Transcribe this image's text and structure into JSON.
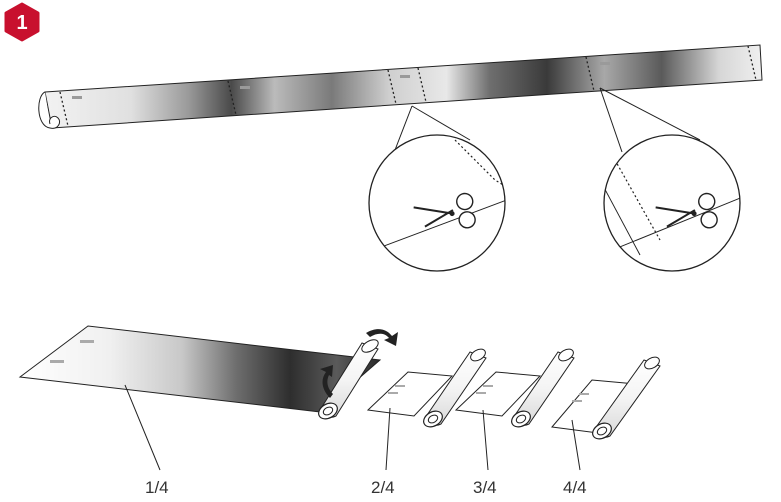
{
  "step": {
    "number": "1",
    "badge_color": "#c8102e"
  },
  "pieces": [
    {
      "label": "1/4"
    },
    {
      "label": "2/4"
    },
    {
      "label": "3/4"
    },
    {
      "label": "4/4"
    }
  ],
  "icons": [
    "scissors-icon",
    "rotate-arrow-icon"
  ],
  "colors": {
    "line": "#222222",
    "ink_dark": "#1a1a1a",
    "ink_light": "#d9d9d9"
  }
}
